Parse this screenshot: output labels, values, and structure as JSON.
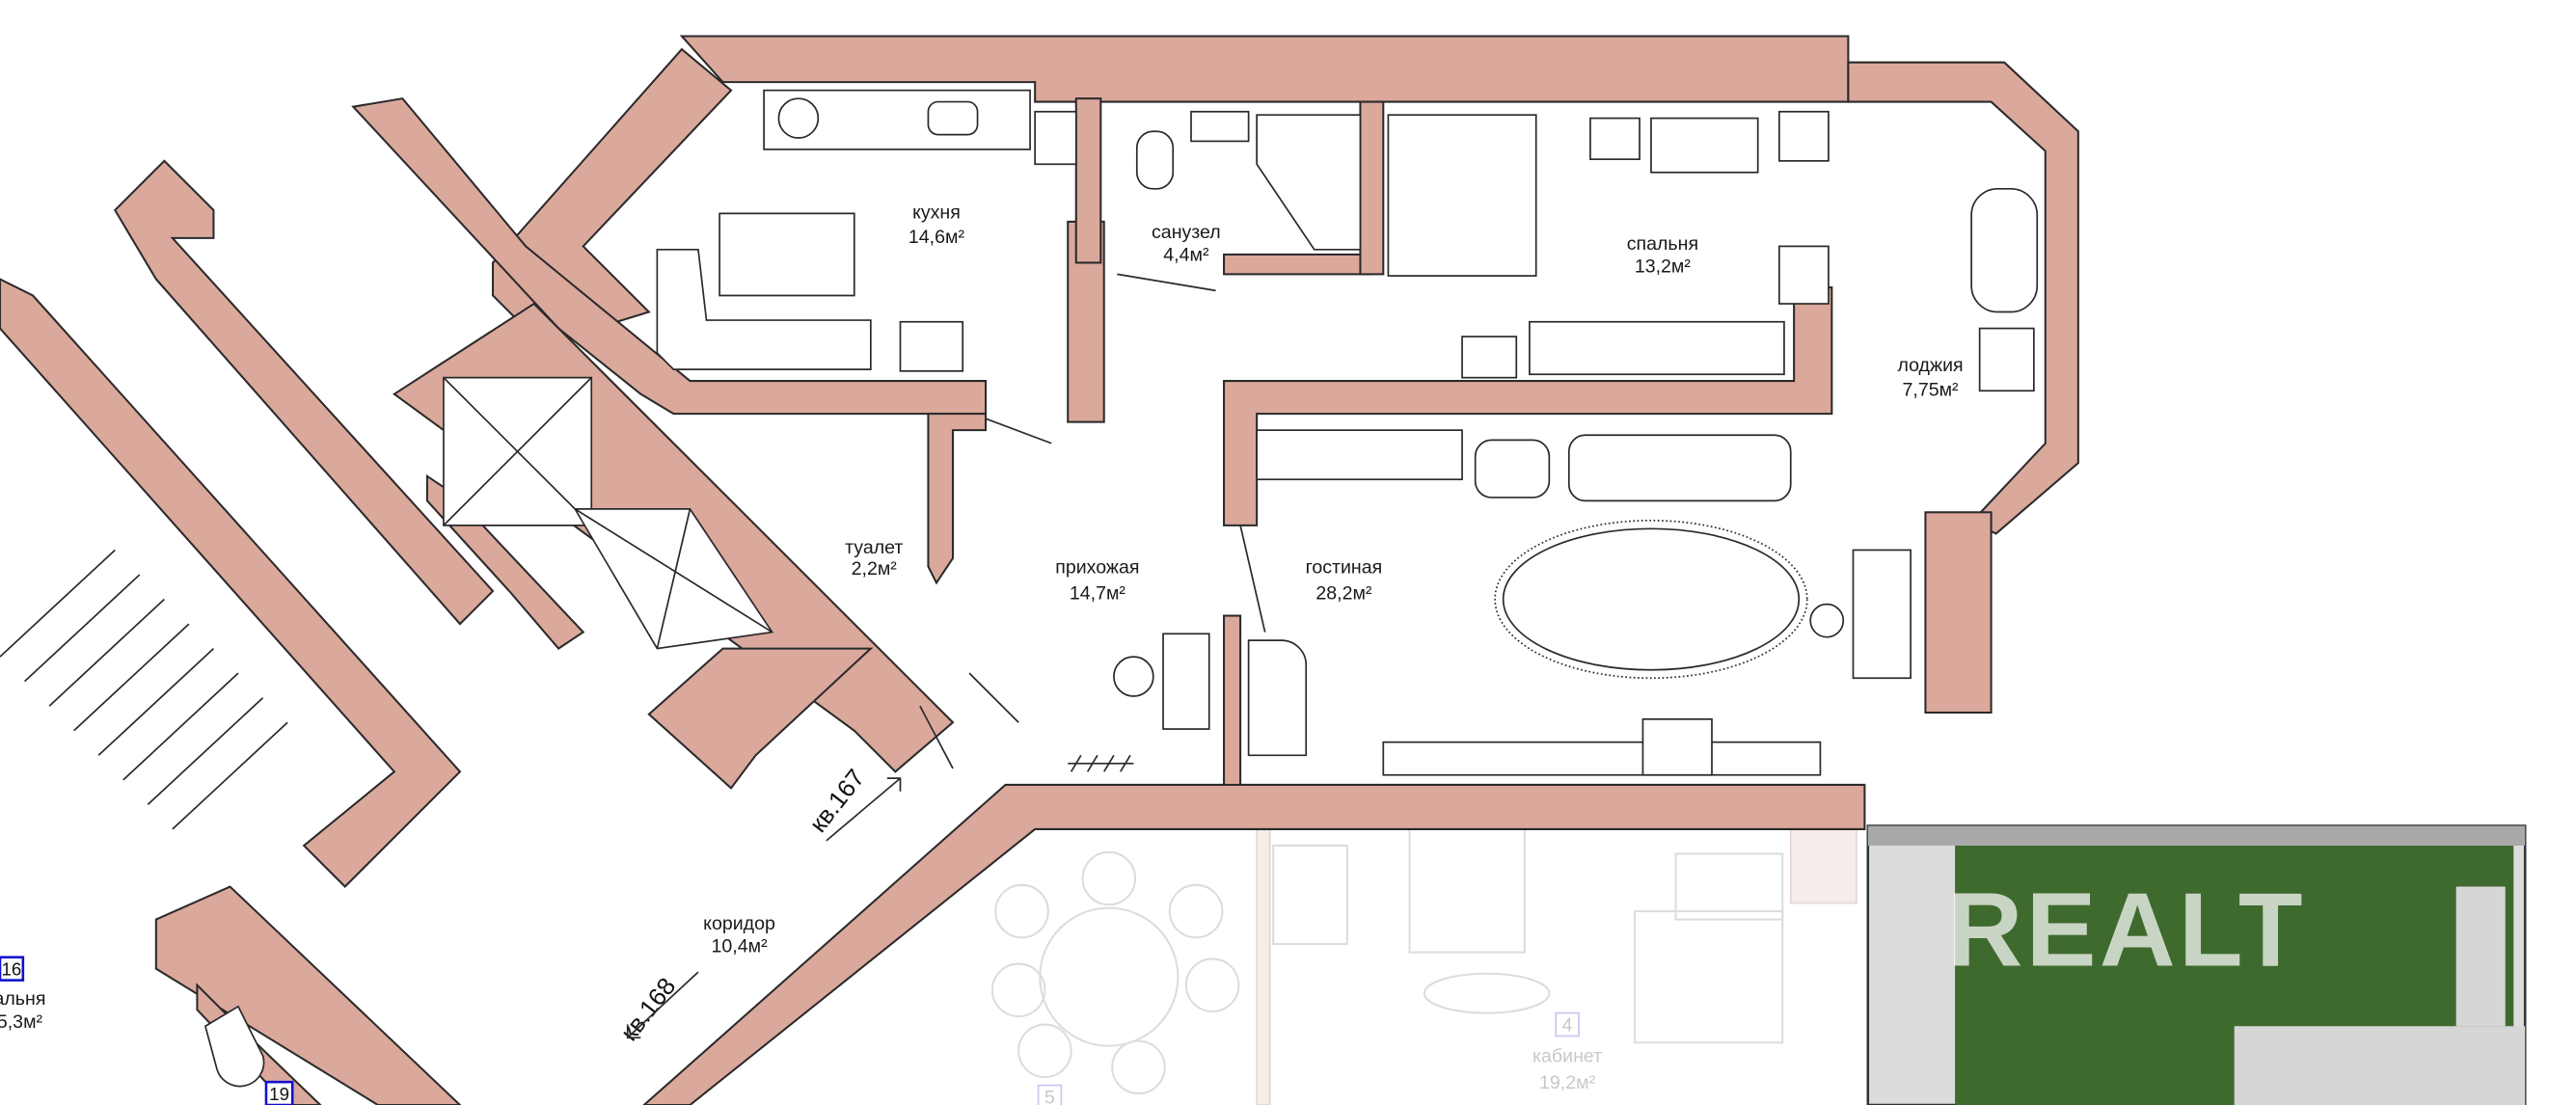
{
  "rooms": {
    "kitchen": {
      "name": "кухня",
      "area": "14,6м²"
    },
    "bathroom": {
      "name": "санузел",
      "area": "4,4м²"
    },
    "bedroom": {
      "name": "спальня",
      "area": "13,2м²"
    },
    "loggia": {
      "name": "лоджия",
      "area": "7,75м²"
    },
    "toilet": {
      "name": "туалет",
      "area": "2,2м²"
    },
    "hallway": {
      "name": "прихожая",
      "area": "14,7м²"
    },
    "living": {
      "name": "гостиная",
      "area": "28,2м²"
    },
    "corridor": {
      "name": "коридор",
      "area": "10,4м²"
    }
  },
  "apartments": {
    "apt167": "кв.167",
    "apt168": "кв.168"
  },
  "neighbor": {
    "left_room_number": "16",
    "left_room_name": "альня",
    "left_room_area": "5,3м²",
    "wc_number": "19",
    "dining_number": "5",
    "office_number": "4",
    "office_name": "кабинет",
    "office_area": "19,2м²"
  },
  "watermark": "REALT",
  "colors": {
    "wall": "#dba89c",
    "lawn": "#3f6a2e",
    "paving": "#d6d6d6"
  }
}
